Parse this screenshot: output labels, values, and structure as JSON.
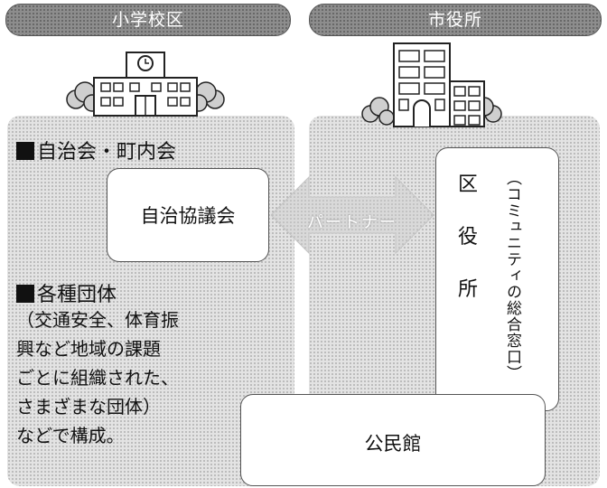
{
  "left": {
    "header": "小学校区",
    "group1_heading": "自治会・町内会",
    "council_label": "自治協議会",
    "group2_heading": "各種団体",
    "group2_lines": [
      "（交通安全、体育振",
      "興など地域の課題",
      "ごとに組織された、",
      "さまざまな団体）",
      "などで構成。"
    ]
  },
  "right": {
    "header": "市役所",
    "ward_chars": [
      "区",
      "役",
      "所"
    ],
    "ward_note": "（コミュニティの総合窓口）",
    "kominkan_label": "公民館"
  },
  "arrow": {
    "label": "パートナー"
  },
  "icons": {
    "school": "school-building-icon",
    "city_hall": "city-hall-building-icon"
  }
}
